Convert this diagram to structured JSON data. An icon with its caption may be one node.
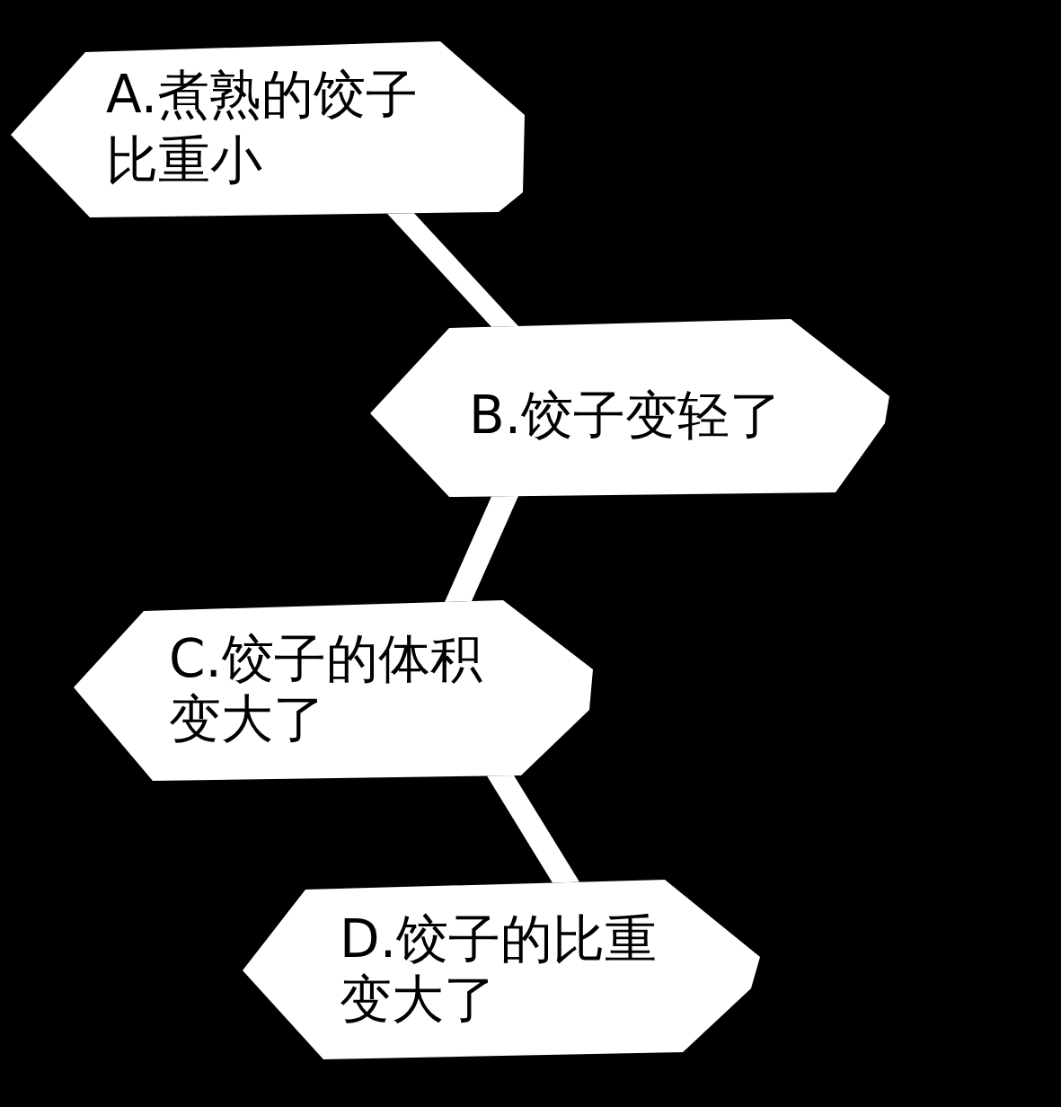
{
  "diagram": {
    "nodes": [
      {
        "text": [
          "A.煮熟的饺子比重小"
        ]
      },
      {
        "text": [
          "B.饺子变轻了"
        ]
      },
      {
        "text": [
          "C.饺子的体积变大了"
        ]
      },
      {
        "text": [
          "D.饺子的比重变大了"
        ]
      }
    ],
    "edges": [
      {
        "from": 0,
        "to": 1,
        "arrow": "none"
      },
      {
        "from": 1,
        "to": 2,
        "arrow": "none"
      },
      {
        "from": 2,
        "to": 3,
        "arrow": "none"
      }
    ]
  }
}
